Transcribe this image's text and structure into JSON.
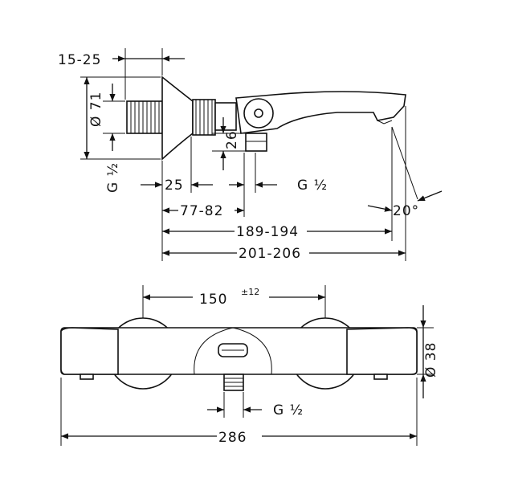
{
  "dimensions": {
    "flange_offset": "15-25",
    "diameter_71": "Ø 71",
    "thread_left": "G ½",
    "dim_25": "25",
    "dim_26": "26",
    "thread_mid": "G ½",
    "dim_77_82": "77-82",
    "angle_20": "20°",
    "dim_189_194": "189-194",
    "dim_201_206": "201-206",
    "centers_150": "150",
    "tolerance_12": "±12",
    "diameter_38": "Ø 38",
    "thread_bottom": "G ½",
    "length_286": "286"
  }
}
